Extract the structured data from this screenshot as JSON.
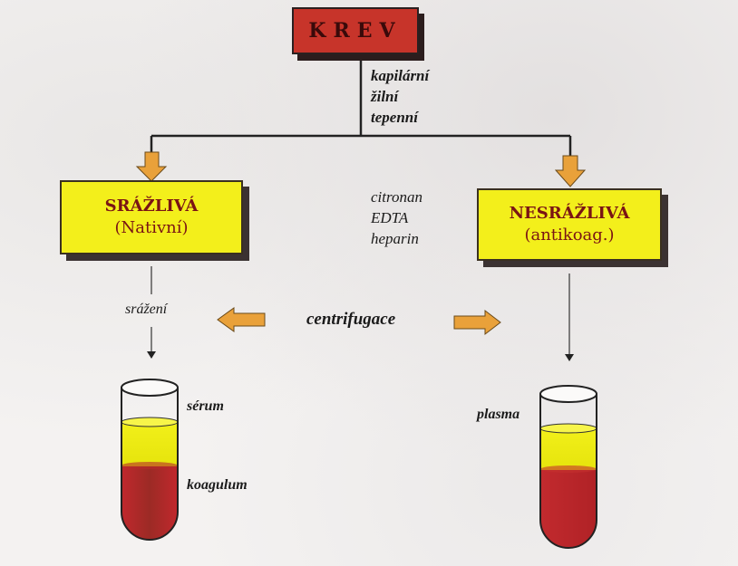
{
  "root": {
    "label": "KREV"
  },
  "blood_types": [
    "kapilární",
    "žilní",
    "tepenní"
  ],
  "left_box": {
    "title": "SRÁŽLIVÁ",
    "subtitle": "(Nativní)"
  },
  "right_box": {
    "title": "NESRÁŽLIVÁ",
    "subtitle": "(antikoag.)"
  },
  "anticoagulants": [
    "citronan",
    "EDTA",
    "heparin"
  ],
  "left_process": "srážení",
  "center_process": "centrifugace",
  "left_tube": {
    "top_label": "sérum",
    "bottom_label": "koagulum"
  },
  "right_tube": {
    "top_label": "plasma"
  },
  "colors": {
    "root_fill": "#c7342a",
    "box_fill": "#f3ef1b",
    "arrow_orange": "#e9a13a",
    "serum_yellow": "#f0ee10",
    "blood_red": "#b8252a"
  }
}
